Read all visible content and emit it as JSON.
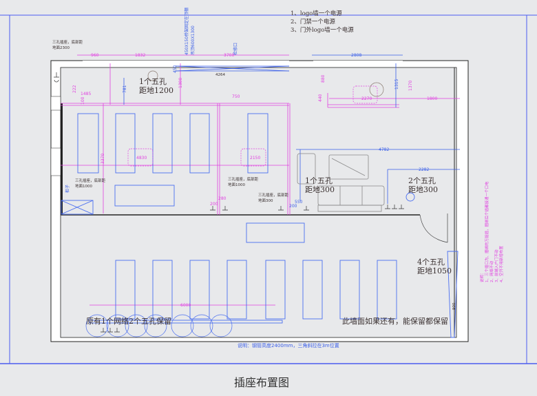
{
  "title": "插座布置图",
  "notes": [
    "1、logo墙一个电源",
    "2、门禁一个电源",
    "3、门外logo墙一个电源"
  ],
  "bottom_note": "说明：钢管高度2400mm，三角斜拉在3m位置",
  "socket_labels": [
    {
      "line1": "1个五孔",
      "line2": "距地1200"
    },
    {
      "line1": "1个五孔",
      "line2": "距地300"
    },
    {
      "line1": "2个五孔",
      "line2": "距地300"
    },
    {
      "line1": "4个五孔",
      "line2": "距地1050"
    }
  ],
  "keep_notes": [
    "原有1个网络2个五孔保留",
    "此墙面如果还有，能保留都保留"
  ],
  "small_notes": [
    {
      "line1": "三孔插座，底部距",
      "line2": "地面2300"
    },
    {
      "line1": "三孔插座，底部距",
      "line2": "地面1000"
    },
    {
      "line1": "三孔插座，底部距",
      "line2": "地面1000"
    },
    {
      "line1": "三孔插座，底部距",
      "line2": "地面300"
    }
  ],
  "vertical_notes": [
    "450X150桥架固定在顶棚",
    "吊顶600X1300",
    "检修口",
    "柜子"
  ],
  "side_notes": [
    "说明：",
    "1、三个插口为、捆绑的万能插，捆绑后个插都接通一个口电",
    "2、网络不动",
    "3、前端入户门不动",
    "4、空开不用新增布置"
  ],
  "dimensions": {
    "d960": "960",
    "d1832": "1832",
    "d3700": "3700",
    "d4264": "4264",
    "d2808": "2808",
    "d880": "880",
    "d1315": "1315",
    "d1370": "1370",
    "d440": "440",
    "d2270": "2270",
    "d1800": "1800",
    "d222": "222",
    "d1485": "1485",
    "d100": "100",
    "d781": "781",
    "d1300": "1300",
    "d450": "450",
    "d750": "750",
    "d3370": "3370",
    "d4830": "4830",
    "d2150": "2150",
    "d4782": "4782",
    "d2282": "2282",
    "d200a": "200",
    "d280": "280",
    "d550": "550",
    "d200b": "200",
    "d6000": "6000",
    "d900": "900"
  },
  "colors": {
    "frame": "#4a5cf0",
    "magenta": "#e040e0",
    "blue": "#3a5ee8",
    "wall": "#222222"
  }
}
